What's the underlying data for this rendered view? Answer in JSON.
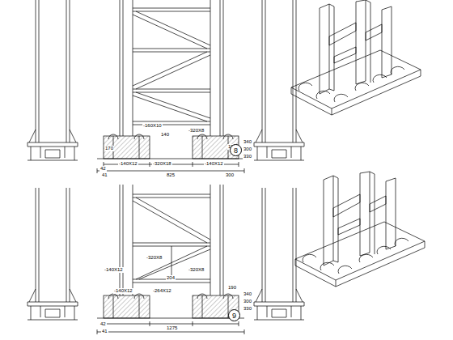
{
  "diagram": {
    "nodes": [
      {
        "text": [
          "8"
        ]
      },
      {
        "text": [
          "9"
        ]
      }
    ],
    "edges": [],
    "labels": [
      "-320X8",
      "-160X10",
      "140",
      "170",
      "190",
      "340",
      "300",
      "330",
      "42",
      "41",
      "825",
      "-140X12",
      "-320X18",
      "-140X12",
      "300",
      "-320X8",
      "-140X12",
      "-320X8",
      "204",
      "190",
      "340",
      "300",
      "330",
      "-140X12",
      "-264X12",
      "1275",
      "42",
      "41"
    ]
  }
}
